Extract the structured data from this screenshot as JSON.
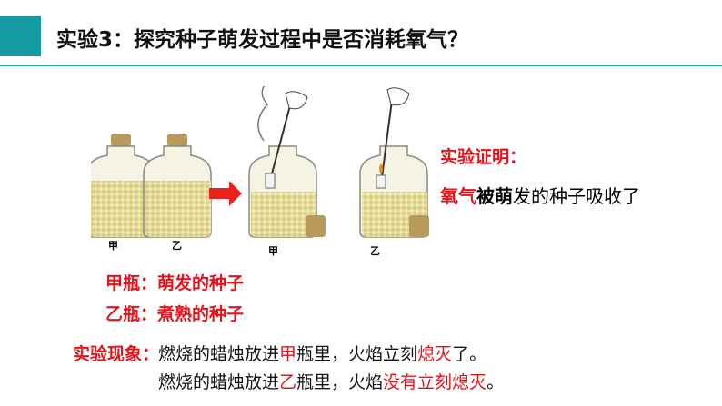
{
  "title": "实验3：探究种子萌发过程中是否消耗氧气？",
  "figure": {
    "label_jia_left": "甲",
    "label_yi_left": "乙",
    "label_jia_right": "甲",
    "label_yi_right": "乙"
  },
  "proof": {
    "heading": "实验证明：",
    "part1": "氧气",
    "part2": "被萌",
    "part3": "发的种子吸收了"
  },
  "bottles": {
    "jia": "甲瓶：萌发的种子",
    "yi": "乙瓶：煮熟的种子"
  },
  "phenomenon": {
    "label": "实验现象：",
    "line1_a": "燃烧的蜡烛放进",
    "line1_b": "甲",
    "line1_c": "瓶里，火焰立刻",
    "line1_d": "熄灭",
    "line1_e": "了。",
    "line2_a": "燃烧的蜡烛放进",
    "line2_b": "乙",
    "line2_c": "瓶里，火焰",
    "line2_d": "没有立刻熄灭",
    "line2_e": "。"
  },
  "colors": {
    "accent": "#159aa3",
    "red": "#e5141b",
    "arrow": "#e8231f"
  }
}
